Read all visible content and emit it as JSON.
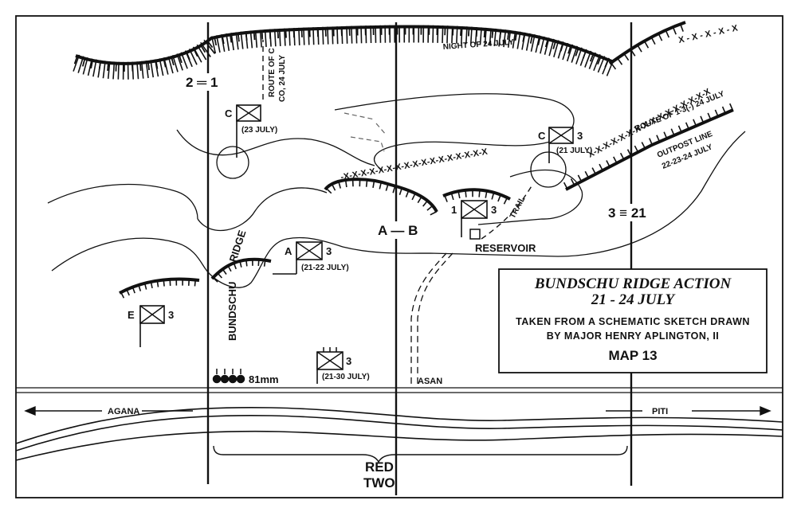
{
  "legend": {
    "title": "BUNDSCHU RIDGE ACTION",
    "dates": "21 - 24 JULY",
    "source_line1": "TAKEN FROM A SCHEMATIC SKETCH DRAWN",
    "source_line2": "BY MAJOR HENRY APLINGTON, II",
    "map_number": "MAP 13"
  },
  "boundaries": {
    "left": "2 ═ 1",
    "center": "A — B",
    "right": "3 ≡ 21"
  },
  "terrain": {
    "ridge_vertical": "BUNDSCHU",
    "ridge_diagonal": "RIDGE",
    "reservoir": "RESERVOIR",
    "trail": "TRAIL",
    "night_line": "NIGHT OF 24 JULY",
    "outpost_line_1": "OUTPOST LINE",
    "outpost_line_2": "22-23-24 JULY",
    "route_c_1": "ROUTE OF C",
    "route_c_2": "CO, 24 JULY",
    "route_13_1": "ROUTE OF 1-3(-) 24 JULY"
  },
  "places": {
    "agana": "AGANA",
    "piti": "PITI",
    "asan": "ASAN",
    "beach_1": "RED",
    "beach_2": "TWO"
  },
  "units": {
    "c_left": {
      "letter": "C",
      "date": "(23 JULY)"
    },
    "c_right": {
      "letter": "C",
      "size": "3",
      "date": "(21 JULY)"
    },
    "i_unit": {
      "letter": "1",
      "size": "3"
    },
    "a_unit": {
      "letter": "A",
      "size": "3",
      "date": "(21-22 JULY)"
    },
    "e_unit": {
      "letter": "E",
      "size": "3"
    },
    "hq_unit": {
      "size": "3",
      "date": "(21-30 JULY)"
    },
    "mortar": "81mm"
  }
}
